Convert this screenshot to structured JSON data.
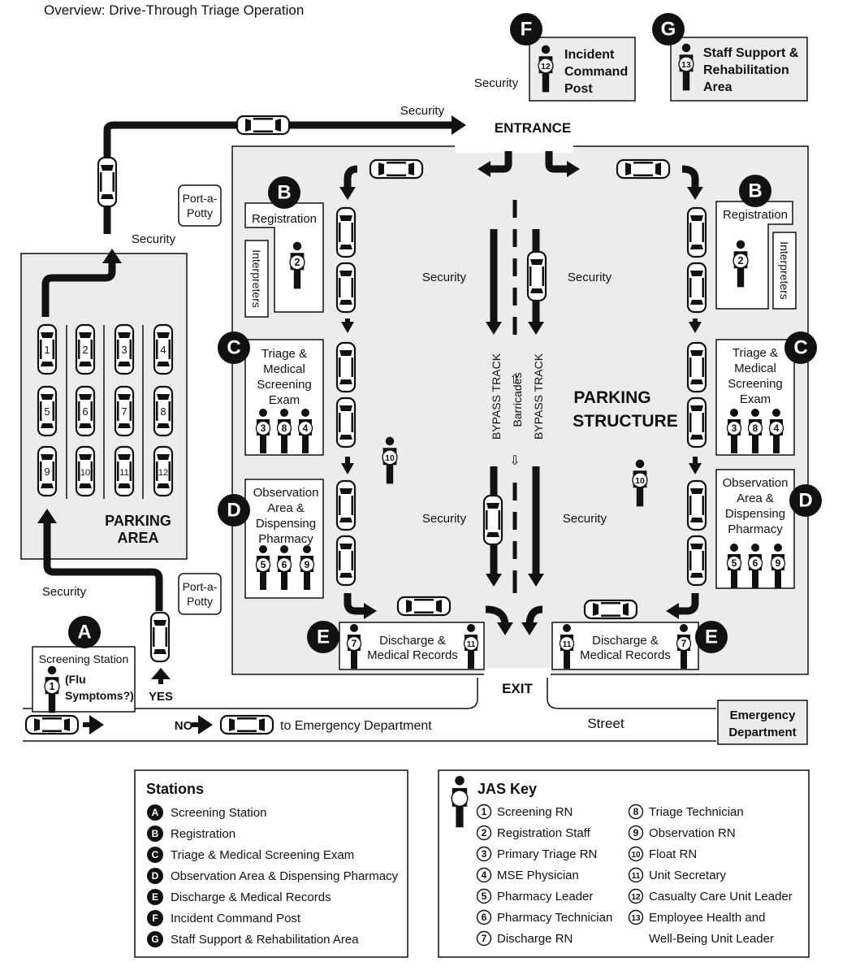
{
  "title": "Overview:  Drive-Through Triage Operation",
  "labels": {
    "entrance": "ENTRANCE",
    "exit": "EXIT",
    "security": "Security",
    "port_a_potty_1": "Port-a-",
    "port_a_potty_2": "Potty",
    "parking_area_1": "PARKING",
    "parking_area_2": "AREA",
    "parking_structure_1": "PARKING",
    "parking_structure_2": "STRUCTURE",
    "bypass_track": "BYPASS TRACK",
    "barricades": "Barricades",
    "street": "Street",
    "yes": "YES",
    "no": "NO",
    "to_ed": "to Emergency Department",
    "ed_1": "Emergency",
    "ed_2": "Department"
  },
  "stations": {
    "A": {
      "letter": "A",
      "l1": "Screening Station",
      "l2": "(Flu",
      "l3": "Symptoms?)"
    },
    "B": {
      "letter": "B",
      "l1": "Registration",
      "interp": "Interpreters"
    },
    "C": {
      "letter": "C",
      "l1": "Triage &",
      "l2": "Medical",
      "l3": "Screening",
      "l4": "Exam"
    },
    "D": {
      "letter": "D",
      "l1": "Observation",
      "l2": "Area &",
      "l3": "Dispensing",
      "l4": "Pharmacy"
    },
    "E": {
      "letter": "E",
      "l1": "Discharge &",
      "l2": "Medical Records"
    },
    "F": {
      "letter": "F",
      "l1": "Incident",
      "l2": "Command",
      "l3": "Post"
    },
    "G": {
      "letter": "G",
      "l1": "Staff Support &",
      "l2": "Rehabilitation",
      "l3": "Area"
    }
  },
  "parking_spots": [
    "1",
    "2",
    "3",
    "4",
    "5",
    "6",
    "7",
    "8",
    "9",
    "10",
    "11",
    "12"
  ],
  "person_numbers": [
    "1",
    "2",
    "3",
    "4",
    "5",
    "6",
    "7",
    "8",
    "9",
    "10",
    "11",
    "12",
    "13"
  ],
  "legend_stations": {
    "title": "Stations",
    "items": [
      {
        "letter": "A",
        "label": "Screening Station"
      },
      {
        "letter": "B",
        "label": "Registration"
      },
      {
        "letter": "C",
        "label": "Triage & Medical Screening Exam"
      },
      {
        "letter": "D",
        "label": "Observation Area & Dispensing Pharmacy"
      },
      {
        "letter": "E",
        "label": "Discharge & Medical Records"
      },
      {
        "letter": "F",
        "label": "Incident Command Post"
      },
      {
        "letter": "G",
        "label": "Staff Support & Rehabilitation Area"
      }
    ]
  },
  "legend_jas": {
    "title": "JAS Key",
    "items": [
      {
        "num": "1",
        "label": "Screening RN"
      },
      {
        "num": "2",
        "label": "Registration Staff"
      },
      {
        "num": "3",
        "label": "Primary Triage RN"
      },
      {
        "num": "4",
        "label": "MSE Physician"
      },
      {
        "num": "5",
        "label": "Pharmacy Leader"
      },
      {
        "num": "6",
        "label": "Pharmacy Technician"
      },
      {
        "num": "7",
        "label": "Discharge RN"
      },
      {
        "num": "8",
        "label": "Triage Technician"
      },
      {
        "num": "9",
        "label": "Observation RN"
      },
      {
        "num": "10",
        "label": "Float RN"
      },
      {
        "num": "11",
        "label": "Unit Secretary"
      },
      {
        "num": "12",
        "label": "Casualty Care Unit Leader"
      },
      {
        "num": "13",
        "label": "Employee Health and"
      }
    ],
    "item13_line2": "Well-Being Unit Leader"
  }
}
